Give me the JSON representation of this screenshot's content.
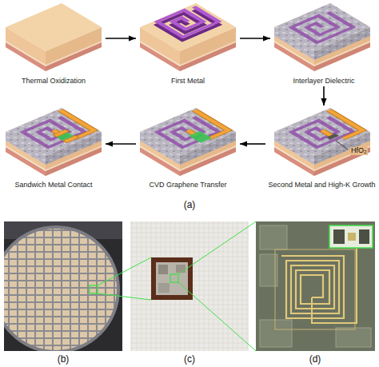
{
  "diagram": {
    "nodes": [
      {
        "text": [
          "Thermal Oxidization"
        ]
      },
      {
        "text": [
          "First Metal"
        ]
      },
      {
        "text": [
          "Interlayer Dielectric"
        ]
      },
      {
        "text": [
          "Second Metal and High-K Growth"
        ]
      },
      {
        "text": [
          "CVD Graphene Transfer"
        ]
      },
      {
        "text": [
          "Sandwich Metal Contact"
        ]
      }
    ],
    "edges": [
      {
        "from": 0,
        "to": 1,
        "arrow": "to"
      },
      {
        "from": 1,
        "to": 2,
        "arrow": "to"
      },
      {
        "from": 2,
        "to": 3,
        "arrow": "to"
      },
      {
        "from": 3,
        "to": 4,
        "arrow": "to"
      },
      {
        "from": 4,
        "to": 5,
        "arrow": "to"
      }
    ],
    "labels": [
      "HfO₂",
      "(a)",
      "(b)",
      "(c)",
      "(d)"
    ]
  }
}
